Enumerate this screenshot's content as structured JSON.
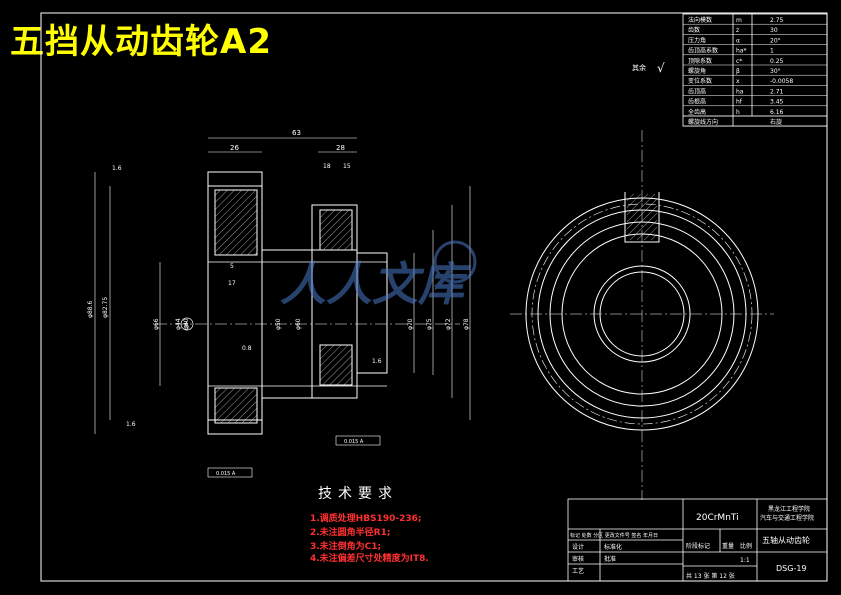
{
  "title": "五挡从动齿轮A2",
  "params": [
    {
      "name": "法向模数",
      "sym": "m",
      "val": "2.75"
    },
    {
      "name": "齿数",
      "sym": "z",
      "val": "30"
    },
    {
      "name": "压力角",
      "sym": "α",
      "val": "20°"
    },
    {
      "name": "齿顶高系数",
      "sym": "ha*",
      "val": "1"
    },
    {
      "name": "顶隙系数",
      "sym": "c*",
      "val": "0.25"
    },
    {
      "name": "螺旋角",
      "sym": "β",
      "val": "30°"
    },
    {
      "name": "变位系数",
      "sym": "x",
      "val": "-0.0058"
    },
    {
      "name": "齿顶高",
      "sym": "ha",
      "val": "2.71"
    },
    {
      "name": "齿根高",
      "sym": "hf",
      "val": "3.45"
    },
    {
      "name": "全齿高",
      "sym": "h",
      "val": "6.16"
    },
    {
      "name": "螺旋线方向",
      "sym": "",
      "val": "右旋"
    }
  ],
  "roughness_note": "其余",
  "dims": {
    "overall_length": "63",
    "left_width": "26",
    "hub_width": "28",
    "small_a": "18",
    "small_b": "15",
    "chamfer_a": "1.6",
    "chamfer_b": "1.6",
    "chamfer_c": "0.8",
    "chamfer_d": "1.6",
    "d_tip": "φ88.6",
    "d_pitch": "φ82.75",
    "d_in1": "φ66",
    "d_bore": "φ44",
    "d_bore2": "φ40",
    "d_a": "φ50",
    "d_b": "φ60",
    "d_c": "φ70",
    "d_d": "φ75",
    "d_e": "φ72",
    "d_f": "φ78",
    "hub_len": "17",
    "gap": "5",
    "datum": "A",
    "tol_a": "0.015 A",
    "tol_b": "0.015 A"
  },
  "tech": {
    "title": "技术要求",
    "items": [
      "1.调质处理HBS190-236;",
      "2.未注圆角半径R1;",
      "3.未注倒角为C1;",
      "4.未注偏差尺寸处精度为IT8."
    ]
  },
  "titleblock": {
    "material": "20CrMnTi",
    "school": "黑龙江工程学院",
    "dept": "汽车与交通工程学院",
    "name": "五轴从动齿轮",
    "scale_label": "比例",
    "scale": "1:1",
    "stage_mark": "阶段标记",
    "weight": "重量",
    "sheet": "共 13 张 第 12 张",
    "code": "DSG-19",
    "design": "设计",
    "check": "审核",
    "process": "工艺",
    "approve": "批准",
    "std": "标准化",
    "mark": "标记 处数 分区 更改文件号 签名 年月日"
  },
  "watermark": "人人文库",
  "colors": {
    "bg": "#000000",
    "line": "#ffffff",
    "title": "#ffff00",
    "red": "#ff3030",
    "water": "#4a78c8"
  }
}
